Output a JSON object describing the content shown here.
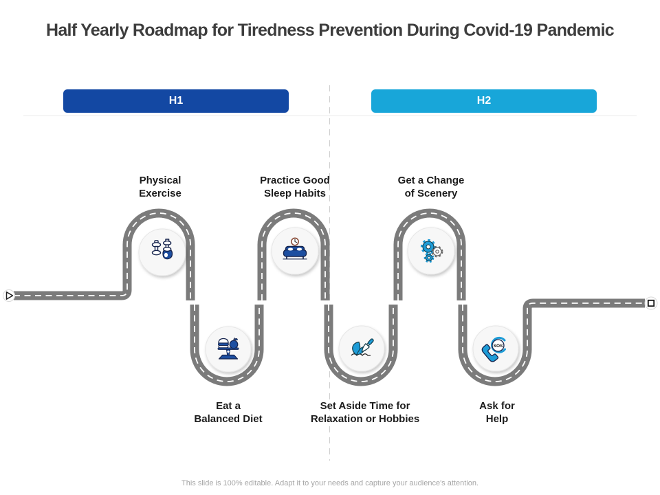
{
  "title": "Half Yearly Roadmap for Tiredness Prevention During Covid-19 Pandemic",
  "footer": "This slide is 100% editable. Adapt it to your needs and capture your audience's attention.",
  "halves": [
    {
      "label": "H1",
      "color": "#1348a3"
    },
    {
      "label": "H2",
      "color": "#18a6d9"
    }
  ],
  "nodes": [
    {
      "name": "physical-exercise",
      "label_line1": "Physical",
      "label_line2": "Exercise",
      "icon": "dumbbell-icon",
      "row": "top"
    },
    {
      "name": "eat-balanced-diet",
      "label_line1": "Eat a",
      "label_line2": "Balanced Diet",
      "icon": "balance-scale-icon",
      "row": "bottom"
    },
    {
      "name": "practice-good-sleep-habits",
      "label_line1": "Practice Good",
      "label_line2": "Sleep Habits",
      "icon": "sofa-clock-icon",
      "row": "top"
    },
    {
      "name": "relaxation-or-hobbies",
      "label_line1": "Set Aside Time for",
      "label_line2": "Relaxation or Hobbies",
      "icon": "gardening-icon",
      "row": "bottom"
    },
    {
      "name": "get-change-of-scenery",
      "label_line1": "Get a Change",
      "label_line2": "of Scenery",
      "icon": "gears-icon",
      "row": "top"
    },
    {
      "name": "ask-for-help",
      "label_line1": "Ask for",
      "label_line2": "Help",
      "icon": "sos-phone-icon",
      "icon_text": "SOS",
      "row": "bottom"
    }
  ],
  "road": {
    "start_marker": "play-arrow",
    "end_marker": "stop-square"
  },
  "colors": {
    "road_gray": "#7b7b7b",
    "road_dash": "#ffffff",
    "h1_bar": "#1348a3",
    "h2_bar": "#18a6d9",
    "navy_outline": "#16244d",
    "blue_fill": "#1d4fa1",
    "teal": "#1e9cd7",
    "title_text": "#3d3d3d",
    "label_text": "#1c1c1c",
    "footer_text": "#a5a5a5"
  }
}
